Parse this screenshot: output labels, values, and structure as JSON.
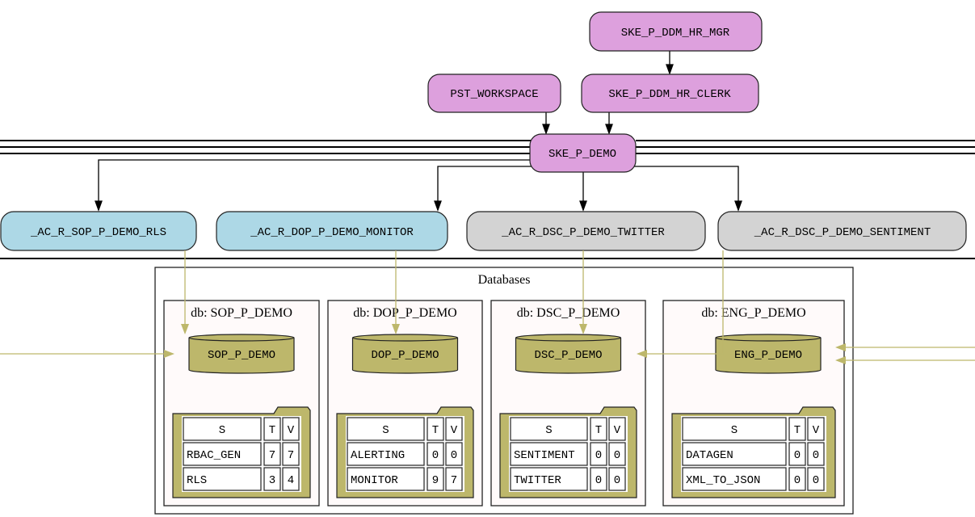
{
  "colors": {
    "role_node": "#dda0dd",
    "access_role_blue": "#add8e6",
    "access_role_gray": "#d3d3d3",
    "database_fill": "#bdb76b",
    "cluster_fill": "#fffafa",
    "grant_edge": "#bdb76b",
    "edge": "#000000"
  },
  "roles": {
    "mgr": "SKE_P_DDM_HR_MGR",
    "workspace": "PST_WORKSPACE",
    "clerk": "SKE_P_DDM_HR_CLERK",
    "demo": "SKE_P_DEMO"
  },
  "access_roles": [
    {
      "label": "_AC_R_SOP_P_DEMO_RLS"
    },
    {
      "label": "_AC_R_DOP_P_DEMO_MONITOR"
    },
    {
      "label": "_AC_R_DSC_P_DEMO_TWITTER"
    },
    {
      "label": "_AC_R_DSC_P_DEMO_SENTIMENT"
    }
  ],
  "databases_cluster": {
    "title": "Databases",
    "dbs": [
      {
        "title": "db: SOP_P_DEMO",
        "name": "SOP_P_DEMO",
        "table": {
          "headers": [
            "S",
            "T",
            "V"
          ],
          "rows": [
            [
              "RBAC_GEN",
              "7",
              "7"
            ],
            [
              "RLS",
              "3",
              "4"
            ]
          ]
        }
      },
      {
        "title": "db: DOP_P_DEMO",
        "name": "DOP_P_DEMO",
        "table": {
          "headers": [
            "S",
            "T",
            "V"
          ],
          "rows": [
            [
              "ALERTING",
              "0",
              "0"
            ],
            [
              "MONITOR",
              "9",
              "7"
            ]
          ]
        }
      },
      {
        "title": "db: DSC_P_DEMO",
        "name": "DSC_P_DEMO",
        "table": {
          "headers": [
            "S",
            "T",
            "V"
          ],
          "rows": [
            [
              "SENTIMENT",
              "0",
              "0"
            ],
            [
              "TWITTER",
              "0",
              "0"
            ]
          ]
        }
      },
      {
        "title": "db: ENG_P_DEMO",
        "name": "ENG_P_DEMO",
        "table": {
          "headers": [
            "S",
            "T",
            "V"
          ],
          "rows": [
            [
              "DATAGEN",
              "0",
              "0"
            ],
            [
              "XML_TO_JSON",
              "0",
              "0"
            ]
          ]
        }
      }
    ]
  }
}
